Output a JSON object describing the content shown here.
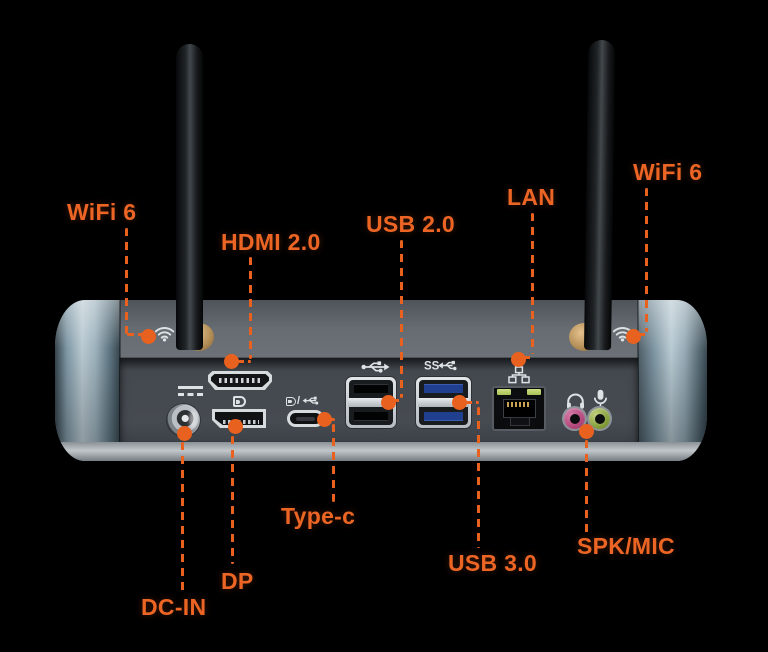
{
  "image": {
    "subject": "Mini PC rear panel with annotated port callouts",
    "background_color": "#000000"
  },
  "accent": {
    "line_color": "#e8611f",
    "label_color": "#ec6524"
  },
  "callouts": {
    "wifi_left": {
      "label": "WiFi 6"
    },
    "hdmi": {
      "label": "HDMI 2.0"
    },
    "usb20": {
      "label": "USB 2.0"
    },
    "lan": {
      "label": "LAN"
    },
    "wifi_right": {
      "label": "WiFi 6"
    },
    "typec": {
      "label": "Type-c"
    },
    "dcin": {
      "label": "DC-IN"
    },
    "dp": {
      "label": "DP"
    },
    "usb30": {
      "label": "USB 3.0"
    },
    "spkmic": {
      "label": "SPK/MIC"
    }
  },
  "ports": {
    "ss_icon_text": "SS",
    "dp_alt_slash": "/",
    "icon_names": [
      "wifi-icon",
      "dc-power-icon",
      "displayport-logo-icon",
      "dp-alt-usb-icon",
      "usb-trident-icon",
      "superspeed-usb-icon",
      "ethernet-icon",
      "headphone-icon",
      "microphone-icon"
    ],
    "colors": {
      "usb3_tongue": "#20408f",
      "audio_jack_headphone": "#b2477c",
      "audio_jack_mic": "#86a03c",
      "ethernet_led": "#a7c255",
      "antenna": "#141719",
      "antenna_mount": "#b28c55"
    }
  }
}
